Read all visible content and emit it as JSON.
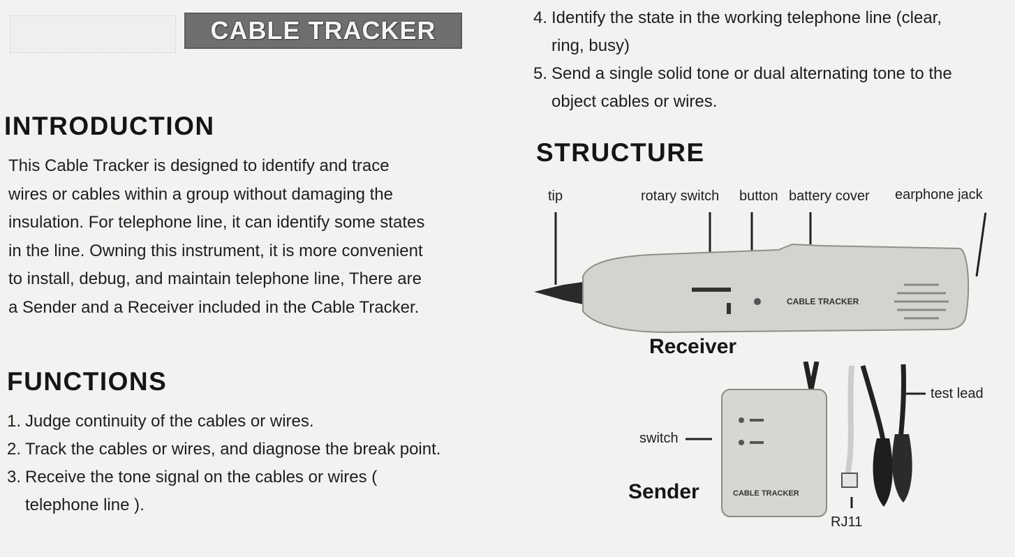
{
  "banner": {
    "title": "CABLE TRACKER"
  },
  "introduction": {
    "heading": "INTRODUCTION",
    "lines": [
      "This Cable Tracker is designed to identify and trace",
      "wires or cables within a group without damaging the",
      "insulation. For telephone line, it can identify some states",
      "in the line. Owning this instrument, it is more convenient",
      "to install, debug, and maintain telephone line, There are",
      "a Sender and a Receiver included in the Cable Tracker."
    ]
  },
  "functions": {
    "heading": "FUNCTIONS",
    "items": [
      {
        "num": "1.",
        "text": "Judge continuity of the cables or wires."
      },
      {
        "num": "2.",
        "text": "Track the cables or wires, and diagnose the break point."
      },
      {
        "num": "3.",
        "text": "Receive the tone signal on the cables or wires ( telephone line )."
      },
      {
        "num": "4.",
        "text": "Identify the state in the working telephone line (clear, ring, busy)"
      },
      {
        "num": "5.",
        "text": "Send a single solid tone or dual alternating tone to the object cables or wires."
      }
    ]
  },
  "structure": {
    "heading": "STRUCTURE",
    "receiver_labels": {
      "tip": "tip",
      "rotary_switch": "rotary switch",
      "button": "button",
      "battery_cover": "battery cover",
      "earphone_jack": "earphone jack"
    },
    "receiver_name": "Receiver",
    "device_print": "CABLE TRACKER",
    "sender_labels": {
      "switch": "switch",
      "test_lead": "test lead",
      "rj11": "RJ11"
    },
    "sender_name": "Sender"
  },
  "colors": {
    "banner_bg": "#6f6f6f",
    "text": "#1c1c1c",
    "page_bg": "#f2f2f0"
  }
}
